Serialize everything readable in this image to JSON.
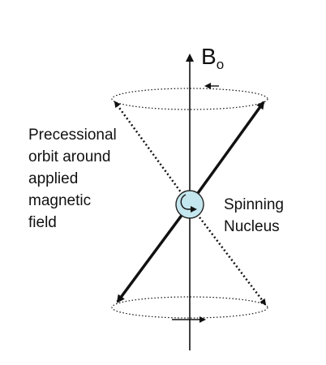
{
  "field_label": {
    "main": "B",
    "subscript": "o"
  },
  "precession_label": [
    "Precessional",
    "orbit around",
    "applied",
    "magnetic",
    "field"
  ],
  "nucleus_label": [
    "Spinning",
    "Nucleus"
  ],
  "colors": {
    "nucleus_fill": "#c4e6ee",
    "nucleus_stroke": "#222222",
    "line": "#111111"
  }
}
